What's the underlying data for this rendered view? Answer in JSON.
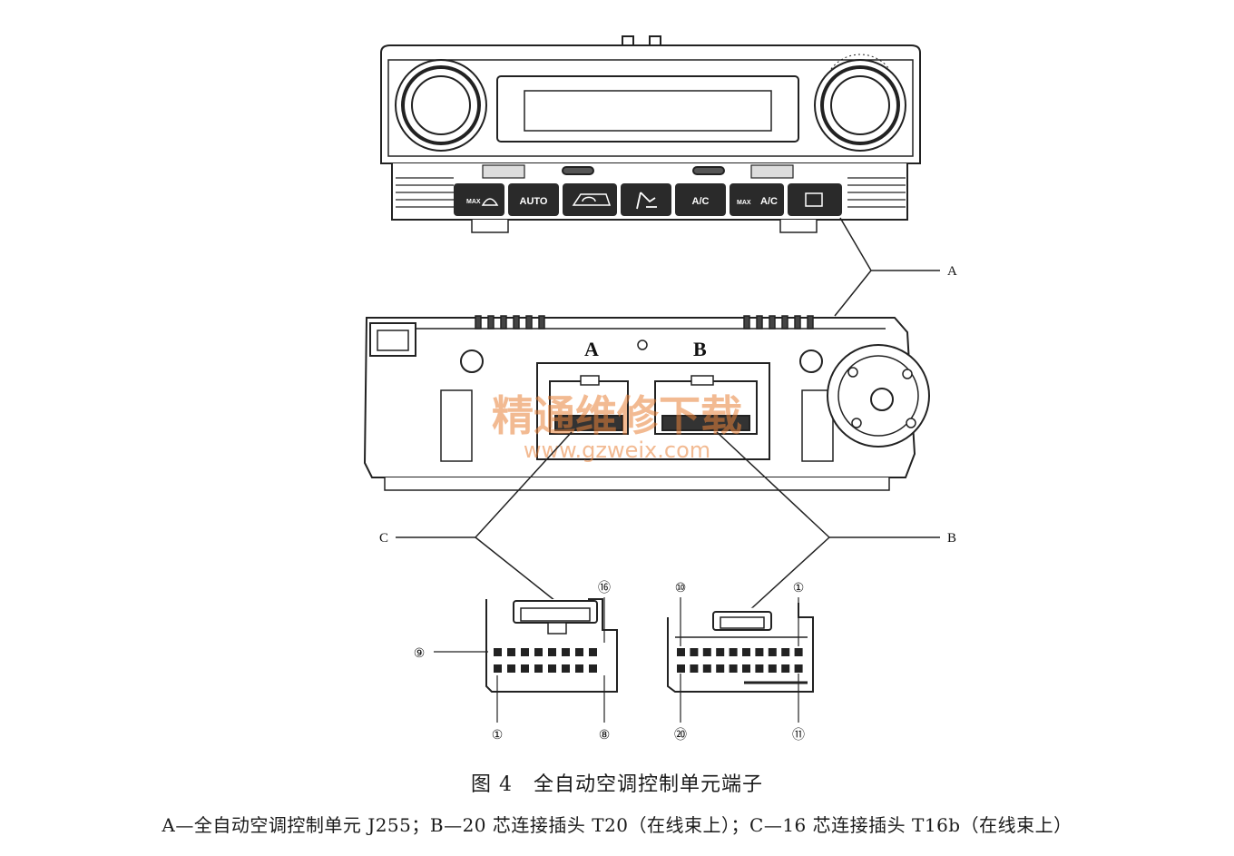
{
  "buttons": {
    "front_defrost_icon": "windshield-defrost-icon",
    "auto": "AUTO",
    "recirc_icon": "recirculation-icon",
    "footwell_icon": "seat-airflow-icon",
    "ac": "A/C",
    "max": "MAX",
    "max_ac": "A/C",
    "rear_defrost_icon": "rear-defrost-icon"
  },
  "unit_labels": {
    "socket_a": "A",
    "socket_b": "B"
  },
  "callouts": {
    "a": "A",
    "b": "B",
    "c": "C"
  },
  "connector_16": {
    "pin_top_left": "⑨",
    "pin_top_right": "⑯",
    "pin_bottom_left": "①",
    "pin_bottom_right": "⑧"
  },
  "connector_20": {
    "pin_top_left": "⑩",
    "pin_top_right": "①",
    "pin_bottom_left": "⑳",
    "pin_bottom_right": "⑪"
  },
  "watermark": {
    "cn": "精通维修下载",
    "url": "www.gzweix.com"
  },
  "caption": {
    "title": "图 4　全自动空调控制单元端子",
    "legend": "A—全自动空调控制单元 J255；B—20 芯连接插头 T20（在线束上）；C—16 芯连接插头 T16b（在线束上）"
  }
}
